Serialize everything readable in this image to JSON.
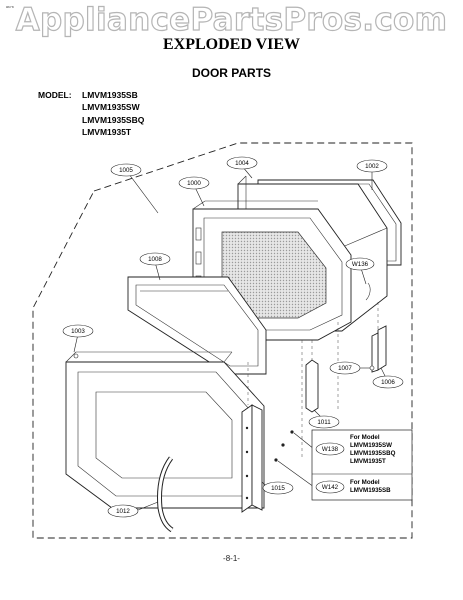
{
  "header": {
    "page_number_top": "ᵃ⁶⁷⁸",
    "watermark": "AppliancePartsPros.com",
    "title": "EXPLODED VIEW",
    "subtitle": "DOOR PARTS"
  },
  "models": {
    "label": "MODEL:",
    "list": [
      "LMVM1935SB",
      "LMVM1935SW",
      "LMVM1935SBQ",
      "LMVM1935T"
    ]
  },
  "callouts": {
    "p1005": "1005",
    "p1004": "1004",
    "p1002": "1002",
    "p1000": "1000",
    "p1008": "1008",
    "pW136": "W136",
    "p1003": "1003",
    "p1007": "1007",
    "p1006": "1006",
    "p1011": "1011",
    "pW138": "W138",
    "pW142": "W142",
    "p1015": "1015",
    "p1012": "1012"
  },
  "legend": {
    "w138_lines": [
      "For Model",
      "LMVM1935SW",
      "LMVM1935SBQ",
      "LMVM1935T"
    ],
    "w142_lines": [
      "For Model",
      "LMVM1935SB"
    ]
  },
  "footer": {
    "page_number": "-8-1-"
  }
}
